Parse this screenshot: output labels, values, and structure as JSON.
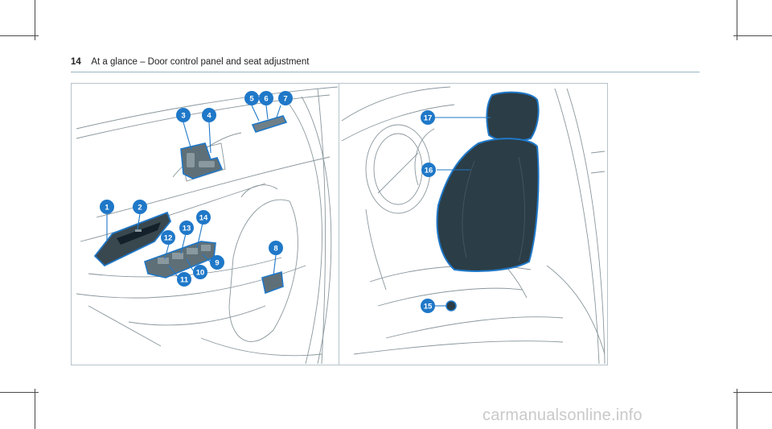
{
  "header": {
    "page_number": "14",
    "title": "At a glance – Door control panel and seat adjustment"
  },
  "callouts": {
    "c1": "1",
    "c2": "2",
    "c3": "3",
    "c4": "4",
    "c5": "5",
    "c6": "6",
    "c7": "7",
    "c8": "8",
    "c9": "9",
    "c10": "10",
    "c11": "11",
    "c12": "12",
    "c13": "13",
    "c14": "14",
    "c15": "15",
    "c16": "16",
    "c17": "17"
  },
  "watermark": "carmanualsonline.info",
  "colors": {
    "accent": "#1f78c8",
    "line": "#7a8a92",
    "control_fill": "#5f6f77",
    "seat_fill": "#2b3d46"
  }
}
